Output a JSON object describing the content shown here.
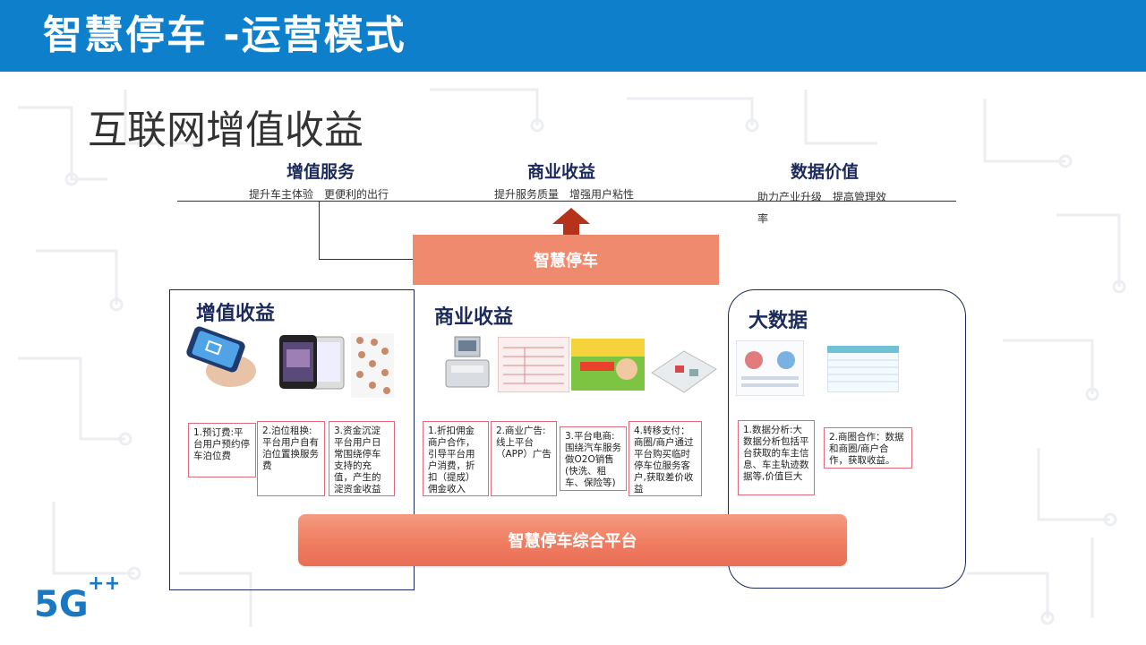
{
  "header": {
    "title": "智慧停车 -运营模式"
  },
  "subtitle": "互联网增值收益",
  "top_columns": [
    {
      "heading": "增值服务",
      "desc": "提升车主体验　更便利的出行"
    },
    {
      "heading": "商业收益",
      "desc": "提升服务质量　增强用户粘性"
    },
    {
      "heading": "数据价值",
      "desc": "助力产业升级　提高管理效率"
    }
  ],
  "smart_parking_label": "智慧停车",
  "sections": {
    "value_added": {
      "title": "增值收益",
      "cards": [
        "1.预订费:平台用户预约停车泊位费",
        "2.泊位租换:平台用户自有泊位置换服务费",
        "3.资金沉淀平台用户日常围绕停车支持的充值，产生的淀资金收益"
      ]
    },
    "commercial": {
      "title": "商业收益",
      "cards": [
        "1.折扣佣金商户合作，引导平台用户消费，折扣（提成）佣金收入",
        "2.商业广告:线上平台（APP）广告",
        "3.平台电商:围绕汽车服务做O2O销售(快洗、租车、保险等)",
        "4.转移支付：商圈/商户通过平台购买临时停车位服务客户,获取差价收益"
      ]
    },
    "big_data": {
      "title": "大数据",
      "cards": [
        "1.数据分析:大数据分析包括平台获取的车主信息、车主轨迹数据等,价值巨大",
        "2.商圈合作：数据和商圈/商户合作，获取收益。"
      ]
    }
  },
  "platform_label": "智慧停车综合平台",
  "logo": {
    "text": "5G++"
  },
  "colors": {
    "brand_blue": "#0e7fcb",
    "salmon": "#f08a6e",
    "navy": "#1b2a5a",
    "card_border": "#e06a7a"
  }
}
